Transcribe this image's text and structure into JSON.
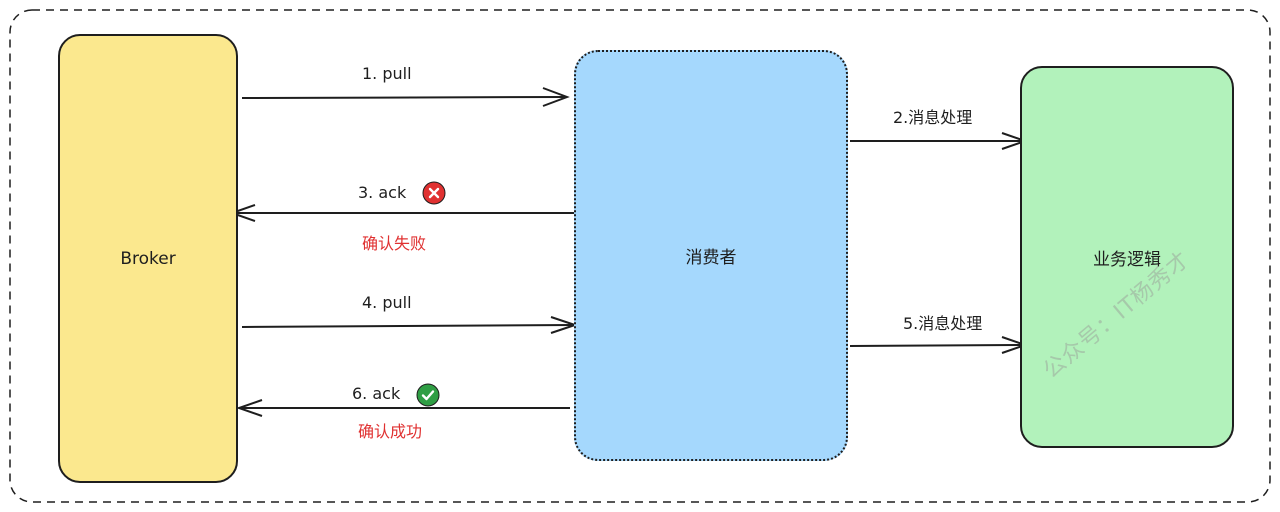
{
  "nodes": {
    "broker": "Broker",
    "consumer": "消费者",
    "business_logic": "业务逻辑"
  },
  "edges": {
    "pull_1": "1. pull",
    "handle_2": "2.消息处理",
    "ack_3": "3. ack",
    "ack_3_result": "确认失败",
    "pull_4": "4. pull",
    "handle_5": "5.消息处理",
    "ack_6": "6. ack",
    "ack_6_result": "确认成功"
  },
  "watermark": "公众号：IT杨秀才",
  "colors": {
    "broker_fill": "#fbe88e",
    "consumer_fill": "#a5d8fd",
    "logic_fill": "#b2f2bb",
    "fail": "#e03131",
    "success": "#2f9e44"
  },
  "icons": {
    "ack_3": "error-circle-icon",
    "ack_6": "check-circle-icon"
  }
}
